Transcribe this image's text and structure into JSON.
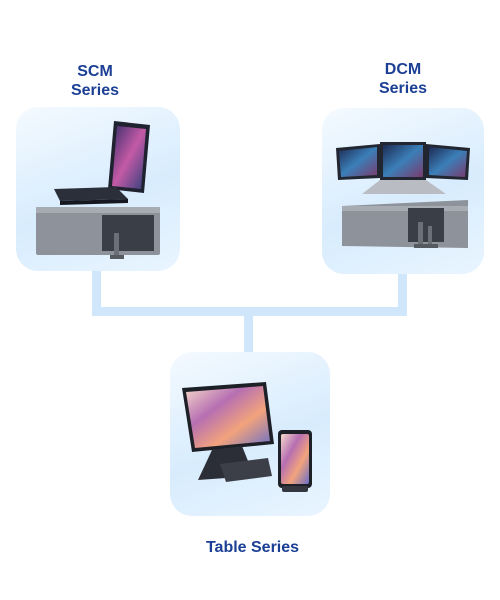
{
  "nodes": {
    "scm": {
      "line1": "SCM",
      "line2": "Series"
    },
    "dcm": {
      "line1": "DCM",
      "line2": "Series"
    },
    "table": {
      "label": "Table Series"
    }
  },
  "colors": {
    "label": "#1b3f94",
    "connector": "#cfe6fb",
    "card_light": "#f4faff",
    "card_mid": "#d8ecfd"
  }
}
